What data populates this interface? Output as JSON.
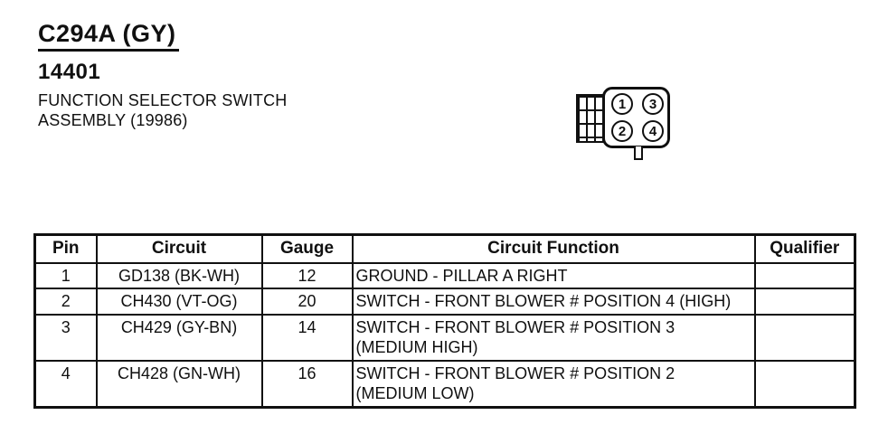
{
  "header": {
    "connector_id": "C294A (GY)",
    "part_number": "14401",
    "component_line1": "FUNCTION SELECTOR SWITCH",
    "component_line2": "ASSEMBLY (19986)"
  },
  "connector": {
    "pins": [
      "1",
      "3",
      "2",
      "4"
    ]
  },
  "table": {
    "headers": [
      "Pin",
      "Circuit",
      "Gauge",
      "Circuit Function",
      "Qualifier"
    ],
    "rows": [
      {
        "pin": "1",
        "circuit": "GD138 (BK-WH)",
        "gauge": "12",
        "function": "GROUND - PILLAR A RIGHT",
        "qualifier": ""
      },
      {
        "pin": "2",
        "circuit": "CH430 (VT-OG)",
        "gauge": "20",
        "function": "SWITCH - FRONT BLOWER # POSITION 4 (HIGH)",
        "qualifier": ""
      },
      {
        "pin": "3",
        "circuit": "CH429 (GY-BN)",
        "gauge": "14",
        "function": "SWITCH - FRONT BLOWER # POSITION 3\n(MEDIUM HIGH)",
        "qualifier": ""
      },
      {
        "pin": "4",
        "circuit": "CH428 (GN-WH)",
        "gauge": "16",
        "function": "SWITCH - FRONT BLOWER # POSITION 2\n(MEDIUM LOW)",
        "qualifier": ""
      }
    ]
  },
  "colors": {
    "ink": "#101010",
    "paper": "#ffffff"
  }
}
